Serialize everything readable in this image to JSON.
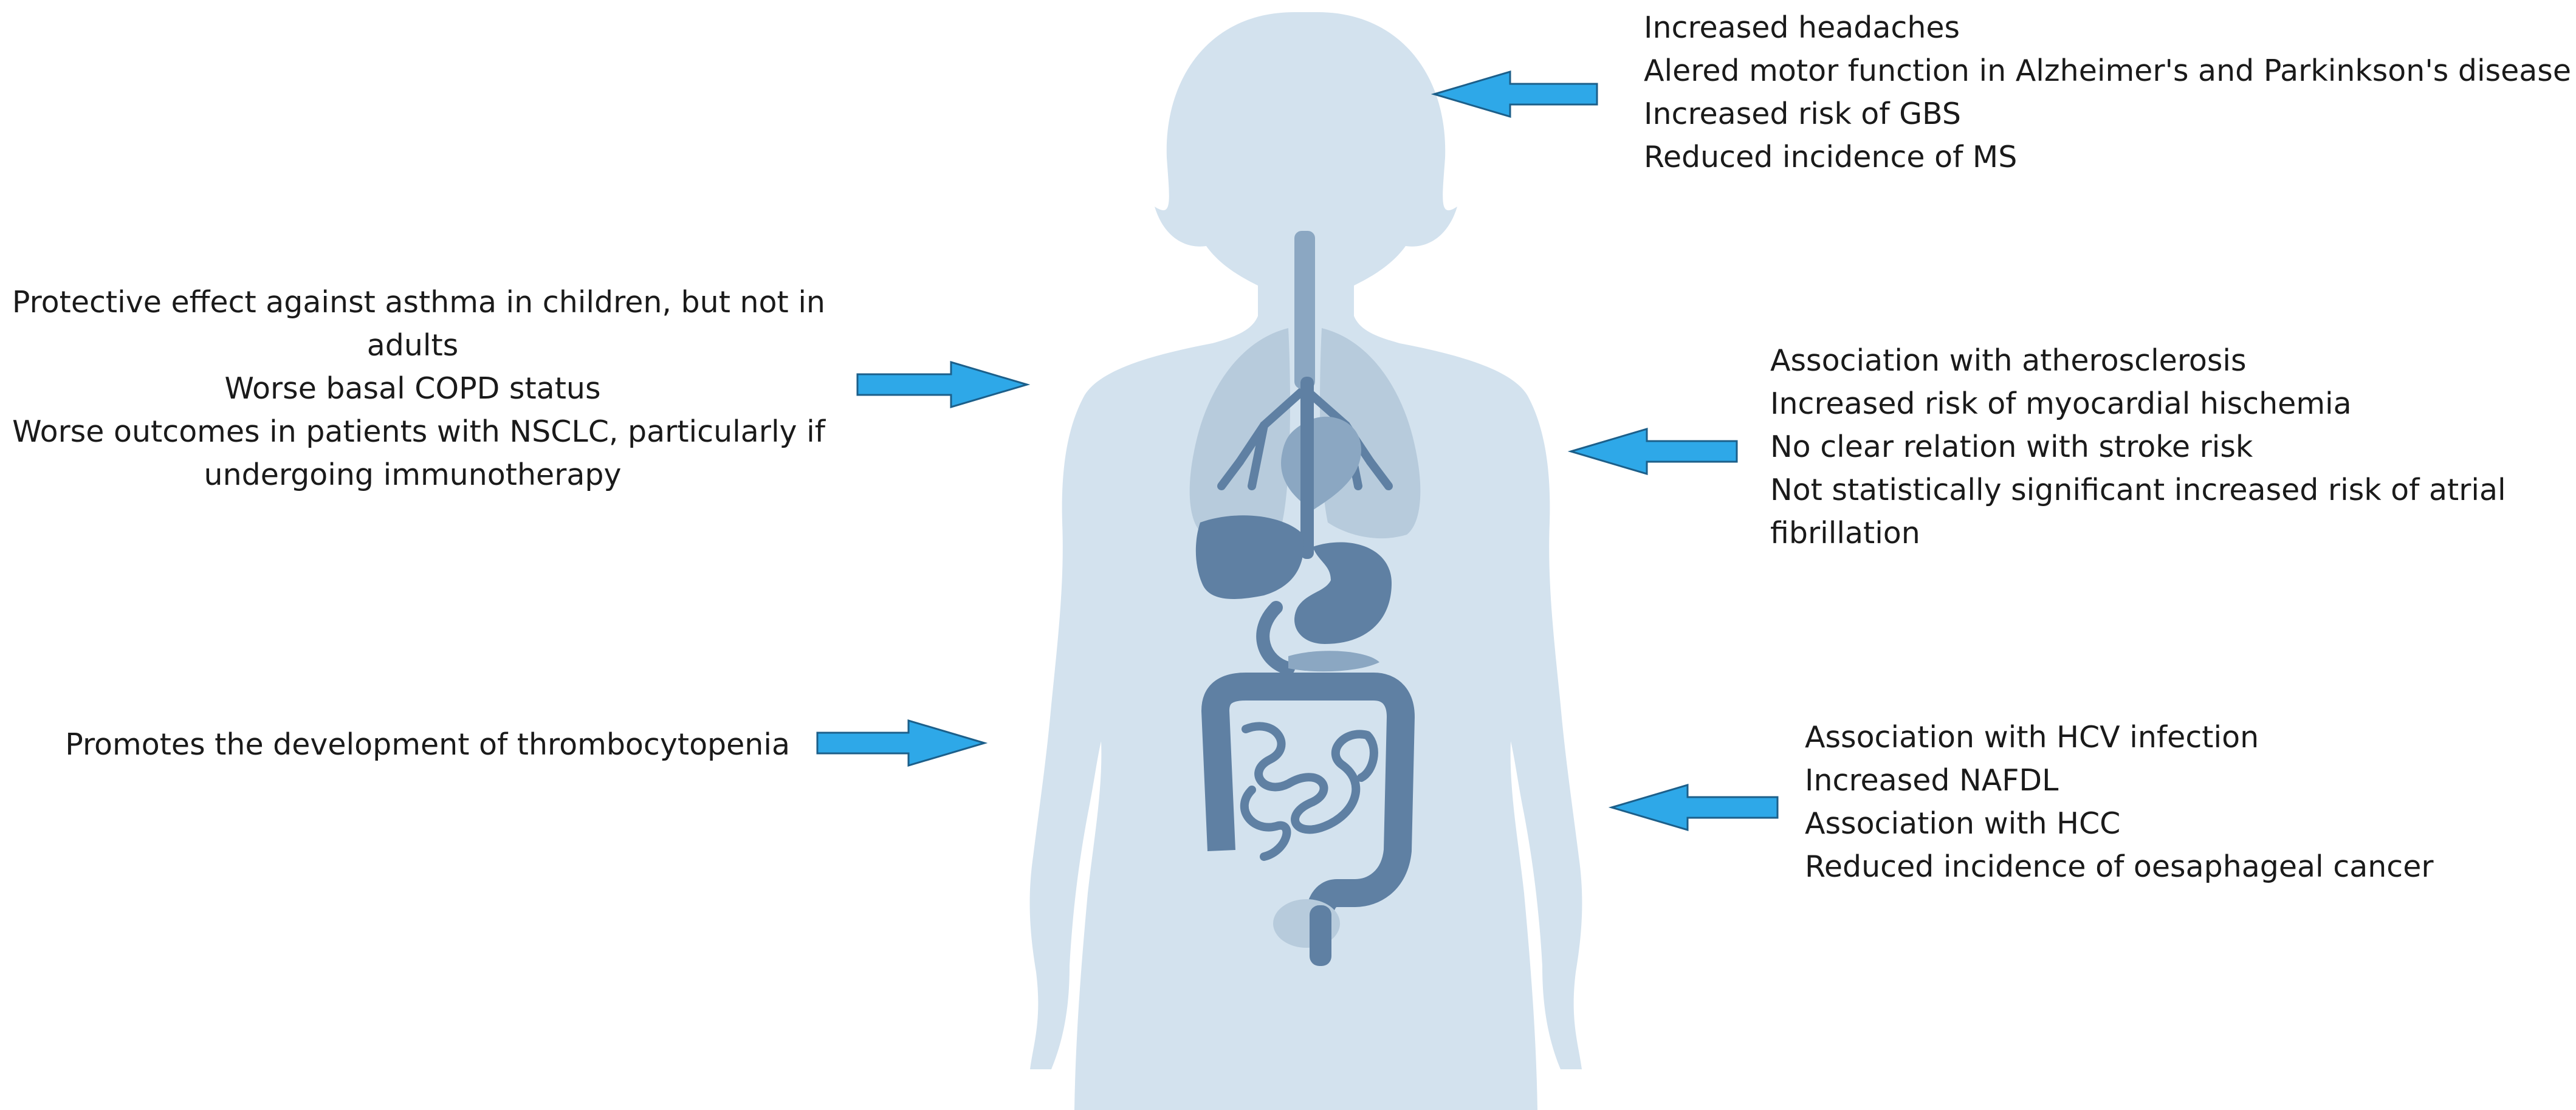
{
  "colors": {
    "silhouette": "#d3e2ee",
    "organ_light": "#b7cbdc",
    "organ_mid": "#8ba7c2",
    "organ_dark": "#5f80a3",
    "arrow_fill": "#2ea8e8",
    "arrow_stroke": "#1c5f8a",
    "text": "#1a1a1a"
  },
  "annotations": {
    "head": {
      "lines": [
        "Increased headaches",
        "Alered motor function in Alzheimer's and Parkinkson's disease",
        "Increased risk of GBS",
        "Reduced incidence of MS"
      ]
    },
    "lungs": {
      "lines": [
        "Protective effect against asthma in children, but not in",
        "adults",
        "Worse basal COPD status",
        "Worse outcomes  in patients with NSCLC, particularly if",
        "undergoing immunotherapy"
      ]
    },
    "heart": {
      "lines": [
        "Association with atherosclerosis",
        "Increased risk of myocardial hischemia",
        "No clear relation with stroke risk",
        "Not statistically significant increased risk of atrial",
        "fibrillation"
      ]
    },
    "blood": {
      "lines": [
        "Promotes the development of thrombocytopenia"
      ]
    },
    "gut": {
      "lines": [
        "Association with HCV infection",
        "Increased NAFDL",
        "Association with HCC",
        "Reduced incidence of oesaphageal cancer"
      ]
    }
  },
  "icons": {
    "figure": "human-body-silhouette",
    "arrows": "block-arrow-icon"
  }
}
